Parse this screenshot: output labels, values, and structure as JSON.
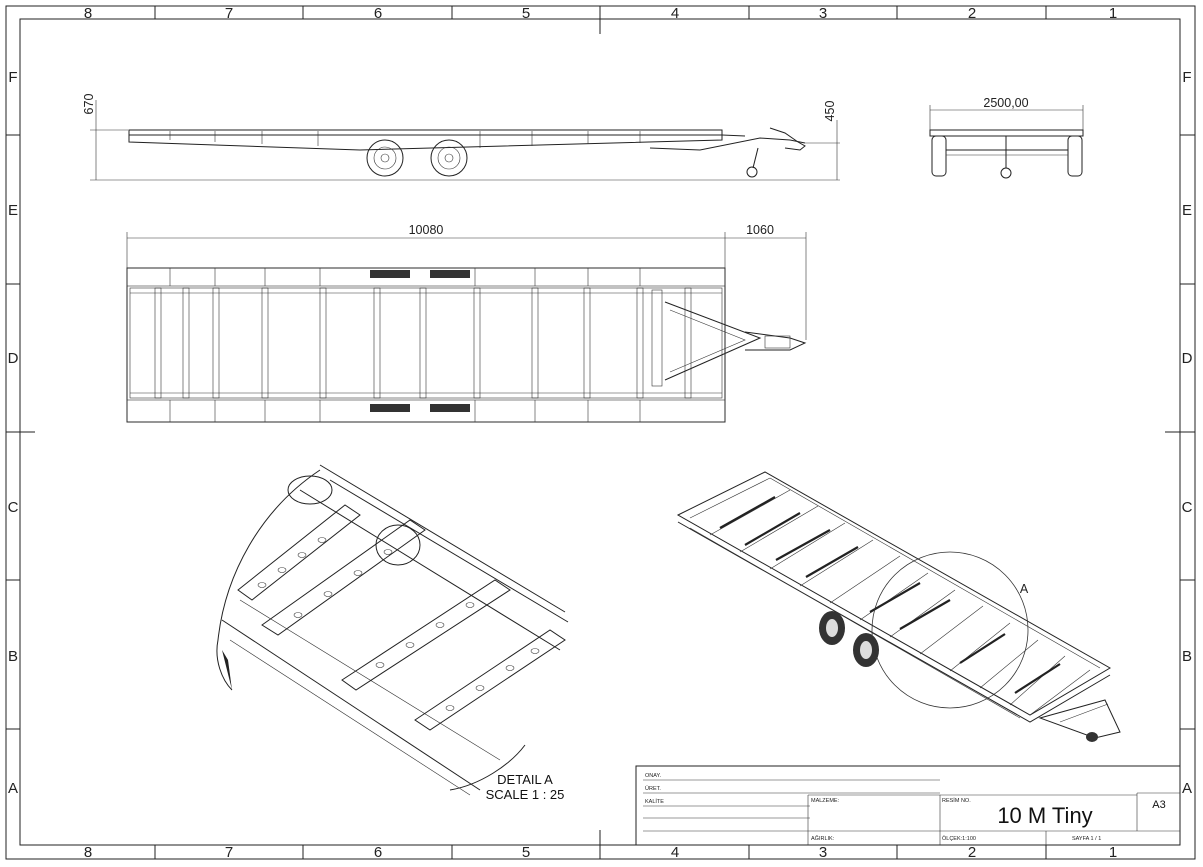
{
  "drawing": {
    "zones": {
      "columns": [
        "8",
        "7",
        "6",
        "5",
        "4",
        "3",
        "2",
        "1"
      ],
      "rows": [
        "F",
        "E",
        "D",
        "C",
        "B",
        "A"
      ]
    },
    "dimensions": {
      "side_height": "670",
      "hitch_height": "450",
      "overall_width": "2500,00",
      "bed_length": "10080",
      "drawbar_length": "1060"
    },
    "detail": {
      "marker": "A",
      "title": "DETAIL A",
      "scale": "SCALE 1 : 25"
    },
    "title_block": {
      "approved_label": "ONAY.",
      "produced_label": "ÜRET.",
      "quality_label": "KALİTE",
      "material_label": "MALZEME:",
      "drawing_no_label": "RESİM NO.",
      "title": "10 M Tiny",
      "sheet_size": "A3",
      "weight_label": "AĞIRLIK:",
      "scale_label": "ÖLÇEK:1:100",
      "page_label": "SAYFA 1 / 1"
    }
  }
}
